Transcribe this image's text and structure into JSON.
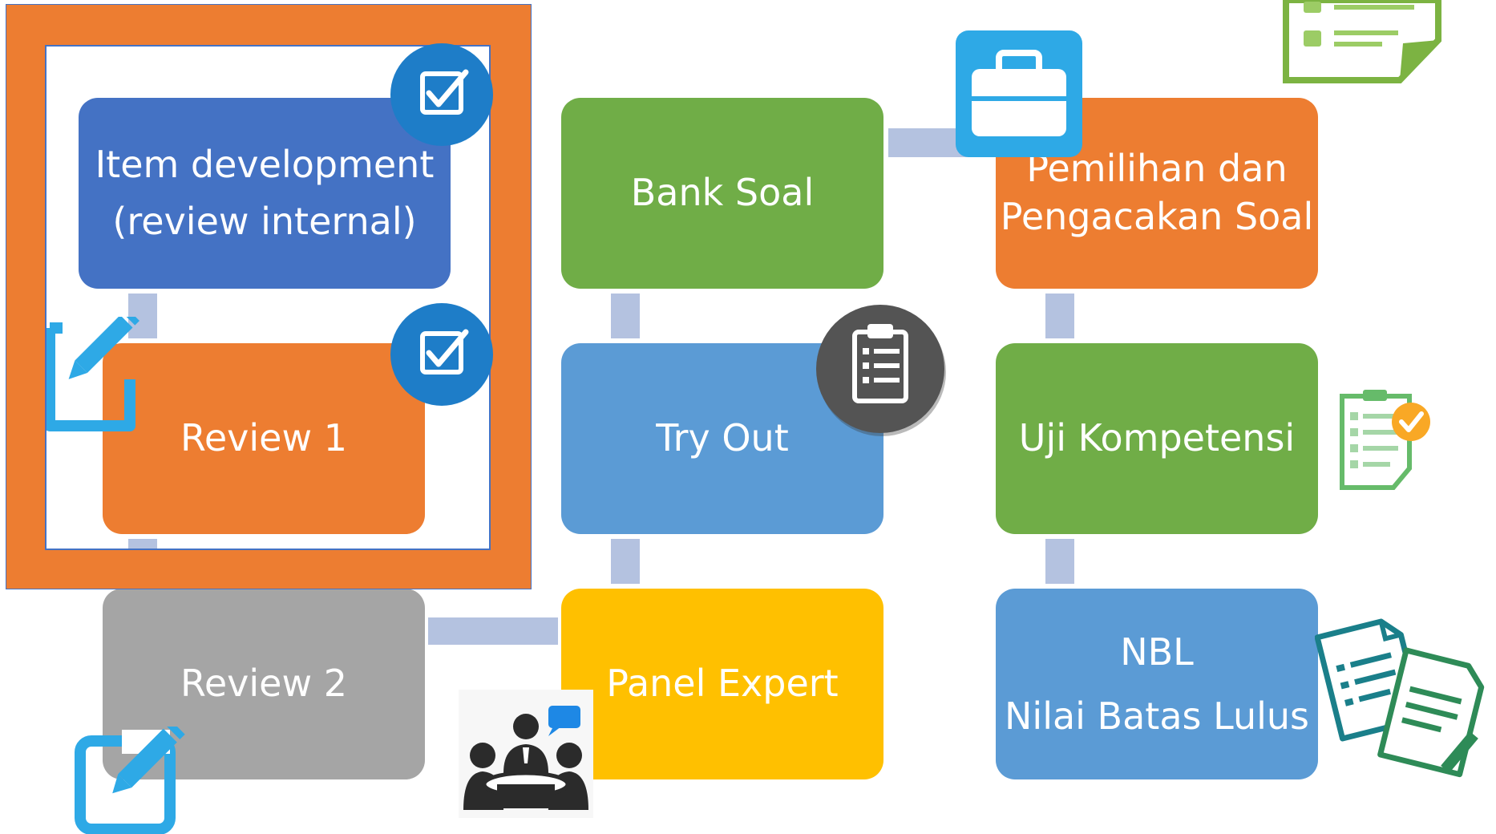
{
  "steps": {
    "item_development": {
      "line1": "Item development",
      "line2": "(review internal)",
      "color": "#4472c4"
    },
    "review1": {
      "label": "Review 1",
      "color": "#ed7d31"
    },
    "review2": {
      "label": "Review 2",
      "color": "#a5a5a5"
    },
    "bank_soal": {
      "label": "Bank Soal",
      "color": "#70ad47"
    },
    "try_out": {
      "label": "Try Out",
      "color": "#5b9bd5"
    },
    "panel_expert": {
      "label": "Panel Expert",
      "color": "#ffc000"
    },
    "pemilihan": {
      "line1": "Pemilihan dan",
      "line2": "Pengacakan Soal",
      "color": "#ed7d31"
    },
    "uji_kompetensi": {
      "label": "Uji Kompetensi",
      "color": "#70ad47"
    },
    "nbl": {
      "line1": "NBL",
      "line2": "Nilai Batas Lulus",
      "color": "#5b9bd5"
    }
  },
  "highlight": {
    "color": "#ed7d31"
  },
  "connector_color": "#b4c2e0",
  "icons": [
    "checkbox-icon",
    "checkbox-icon",
    "edit-icon",
    "edit-icon",
    "clipboard-icon",
    "toolbox-icon",
    "form-icon",
    "checklist-icon",
    "documents-icon",
    "meeting-icon"
  ]
}
